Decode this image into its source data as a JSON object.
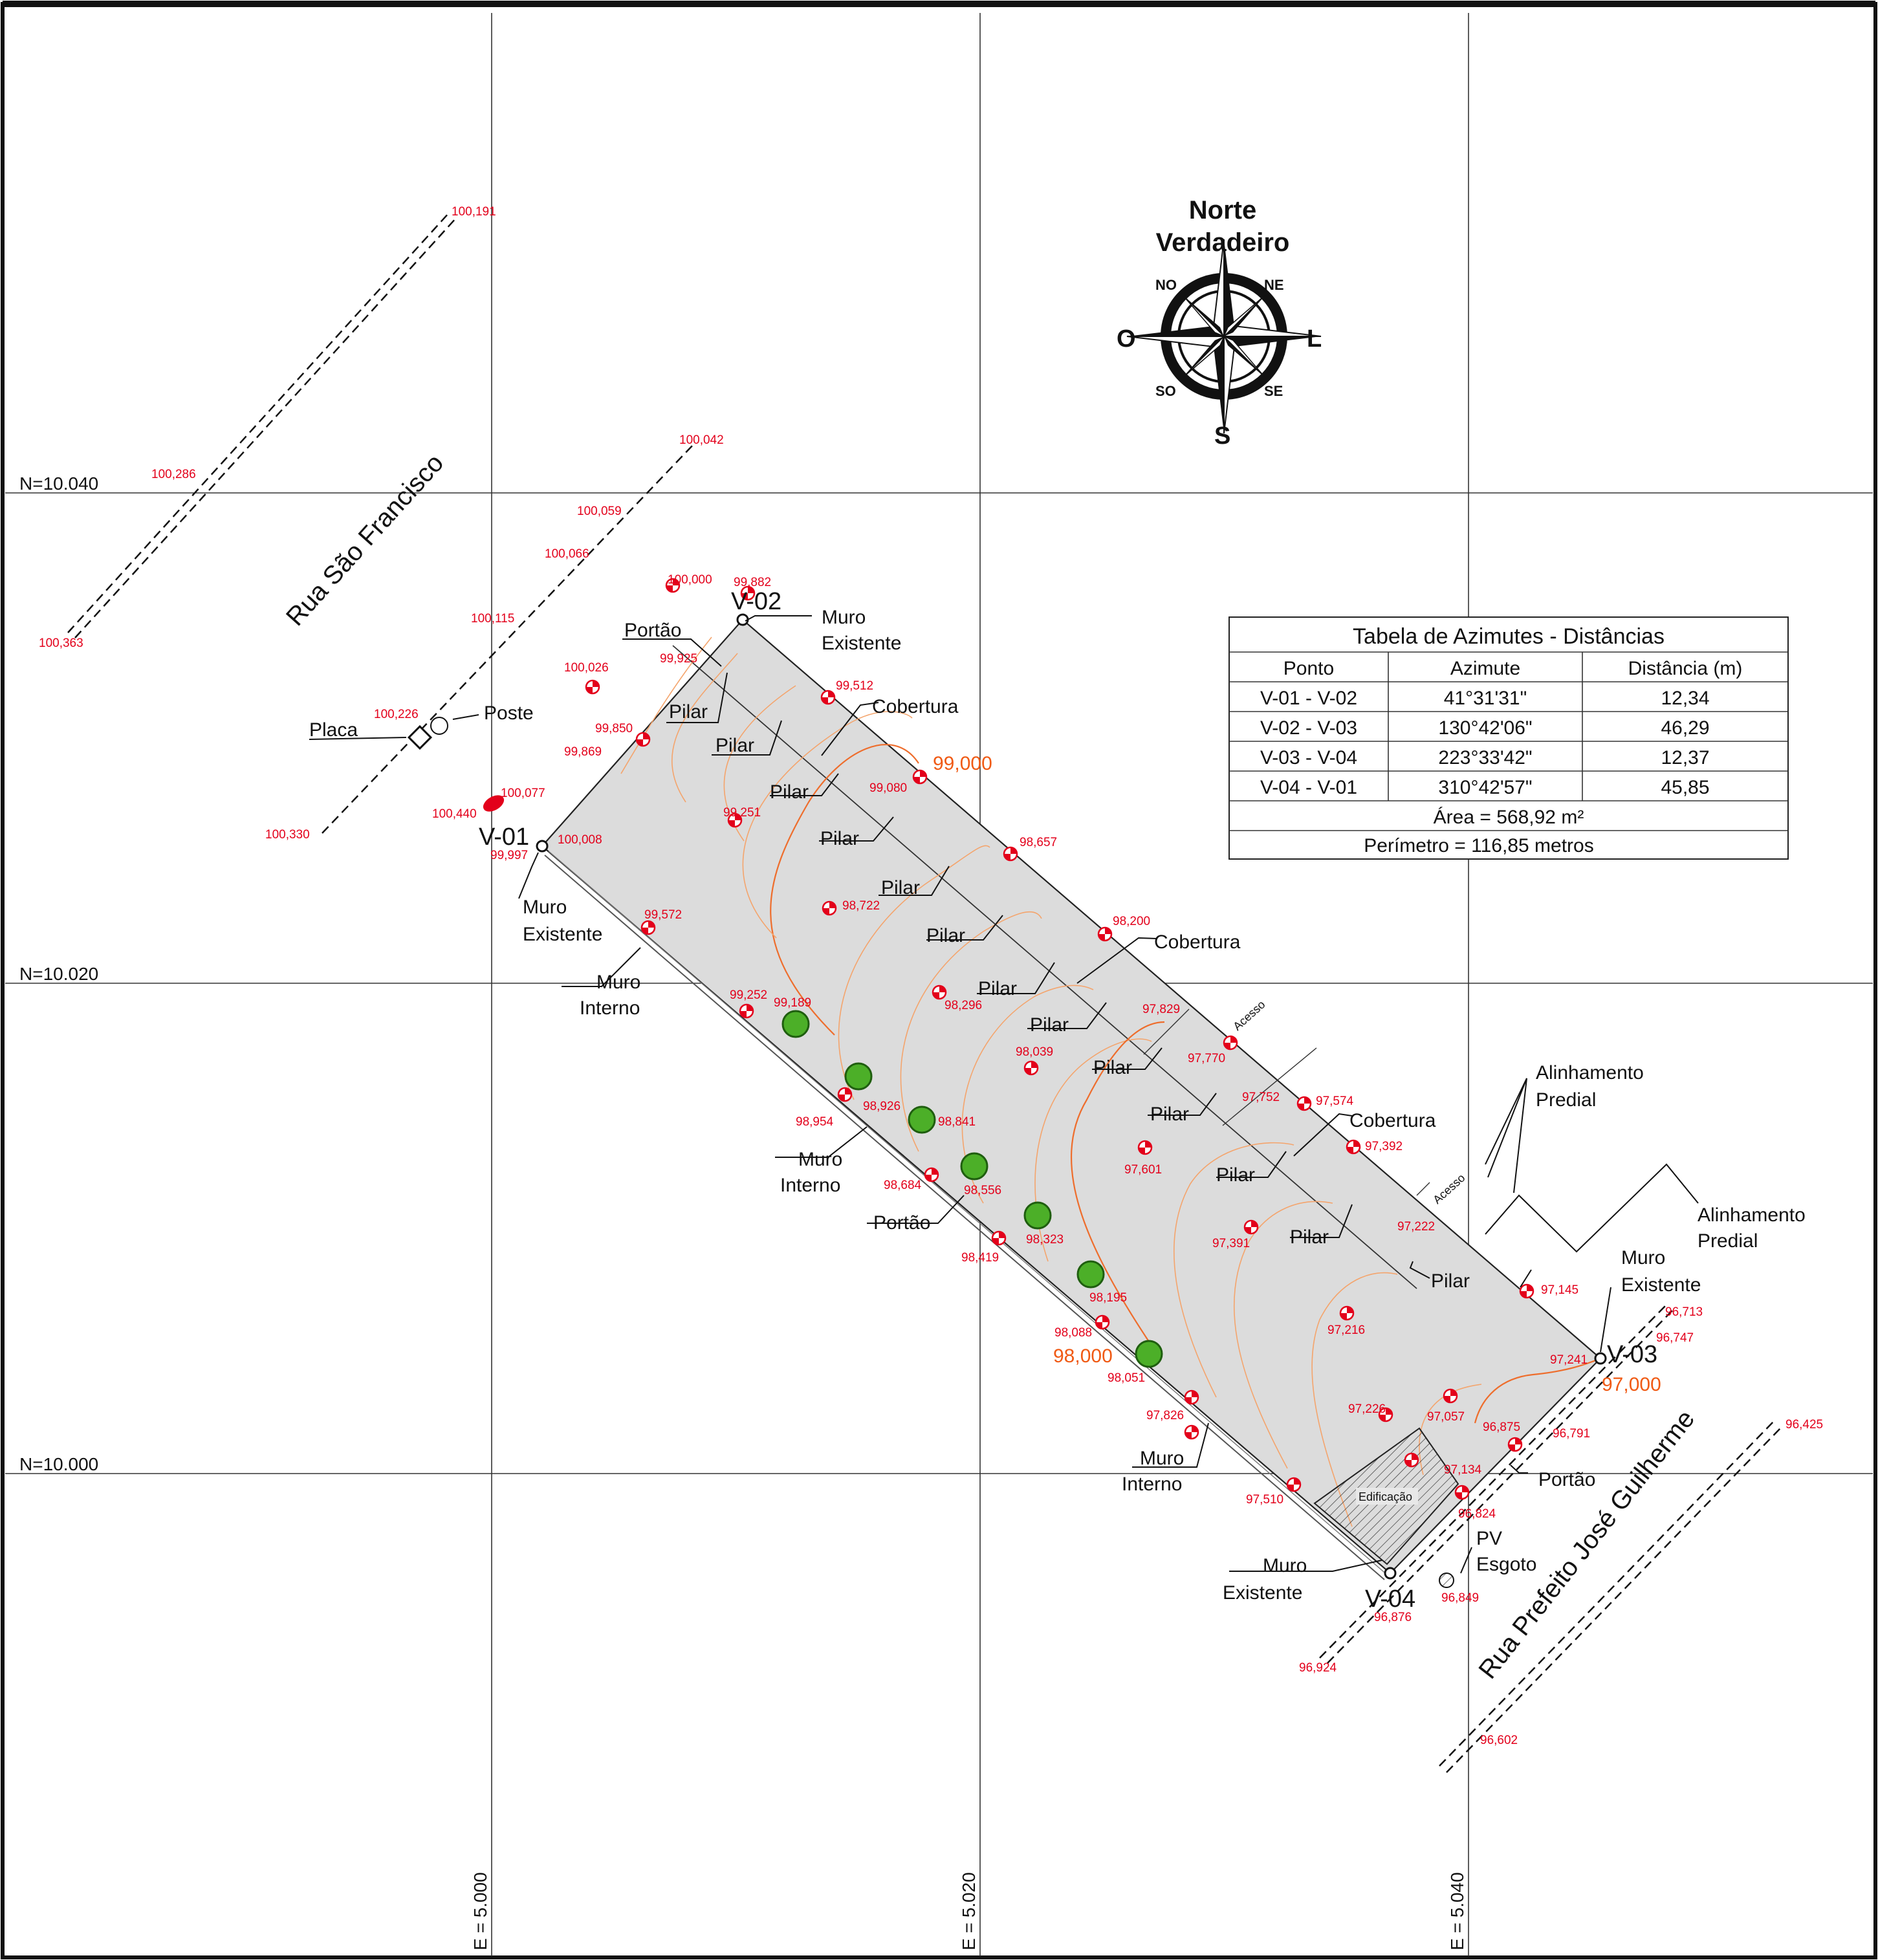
{
  "grid": {
    "n_labels": [
      "N=10.040",
      "N=10.020",
      "N=10.000"
    ],
    "e_labels": [
      "E = 5.000",
      "E = 5.020",
      "E = 5.040"
    ]
  },
  "north_arrow": {
    "title_line1": "Norte",
    "title_line2": "Verdadeiro",
    "n_NO": "NO",
    "n_NE": "NE",
    "n_O": "O",
    "n_L": "L",
    "n_SO": "SO",
    "n_SE": "SE",
    "n_S": "S",
    "icon": "compass-rose-icon"
  },
  "streets": {
    "rua_sao_francisco": "Rua São Francisco",
    "rua_prefeito": "Rua Prefeito José Guilherme"
  },
  "vertices": {
    "v01": "V-01",
    "v02": "V-02",
    "v03": "V-03",
    "v04": "V-04"
  },
  "features": {
    "portao": "Portão",
    "pilar": "Pilar",
    "cobertura": "Cobertura",
    "muro": "Muro",
    "existente": "Existente",
    "interno": "Interno",
    "placa": "Placa",
    "poste": "Poste",
    "acesso": "Acesso",
    "alinhamento": "Alinhamento",
    "predial": "Predial",
    "pv": "PV",
    "esgoto": "Esgoto",
    "edificacao": "Edificação"
  },
  "contour_labels": {
    "c99": "99,000",
    "c98": "98,000",
    "c97": "97,000"
  },
  "elevations": {
    "e100191": "100,191",
    "e100286": "100,286",
    "e100363": "100,363",
    "e100042": "100,042",
    "e100059": "100,059",
    "e100066": "100,066",
    "e100115": "100,115",
    "e100226": "100,226",
    "e100330": "100,330",
    "e100000": "100,000",
    "e99882": "99,882",
    "e99925": "99,925",
    "e100026": "100,026",
    "e99850": "99,850",
    "e99869": "99,869",
    "e100077": "100,077",
    "e100440": "100,440",
    "e100008": "100,008",
    "e99997": "99,997",
    "e99572": "99,572",
    "e99512": "99,512",
    "e99080": "99,080",
    "e99251": "99,251",
    "e98657": "98,657",
    "e98722": "98,722",
    "e98200": "98,200",
    "e99252": "99,252",
    "e99189": "99,189",
    "e98296": "98,296",
    "e97829": "97,829",
    "e98039": "98,039",
    "e97770": "97,770",
    "e98954": "98,954",
    "e98926": "98,926",
    "e98841": "98,841",
    "e97752": "97,752",
    "e97574": "97,574",
    "e97392": "97,392",
    "e97601": "97,601",
    "e98684": "98,684",
    "e98556": "98,556",
    "e97222": "97,222",
    "e98323": "98,323",
    "e97391": "97,391",
    "e98419": "98,419",
    "e98195": "98,195",
    "e97145": "97,145",
    "e98088": "98,088",
    "e97216": "97,216",
    "e98051": "98,051",
    "e97241": "97,241",
    "e96713": "96,713",
    "e96747": "96,747",
    "e97826": "97,826",
    "e97226": "97,226",
    "e97057": "97,057",
    "e96875": "96,875",
    "e96791": "96,791",
    "e96425": "96,425",
    "e97134": "97,134",
    "e97510": "97,510",
    "e96824": "96,824",
    "e96849": "96,849",
    "e96876": "96,876",
    "e96924": "96,924",
    "e96602": "96,602"
  },
  "azimuth_table": {
    "title": "Tabela de Azimutes - Distâncias",
    "headers": [
      "Ponto",
      "Azimute",
      "Distância (m)"
    ],
    "rows": [
      [
        "V-01 - V-02",
        "41°31'31\"",
        "12,34"
      ],
      [
        "V-02 - V-03",
        "130°42'06\"",
        "46,29"
      ],
      [
        "V-03 - V-04",
        "223°33'42\"",
        "12,37"
      ],
      [
        "V-04 - V-01",
        "310°42'57\"",
        "45,85"
      ]
    ],
    "area": "Área = 568,92 m²",
    "perimeter": "Perímetro =  116,85 metros"
  },
  "colors": {
    "elevation_text": "#e3001b",
    "contour": "#f4a46c",
    "contour_label": "#f05a14",
    "lot_fill": "#dcdcdc",
    "tree": "#4caf28"
  }
}
